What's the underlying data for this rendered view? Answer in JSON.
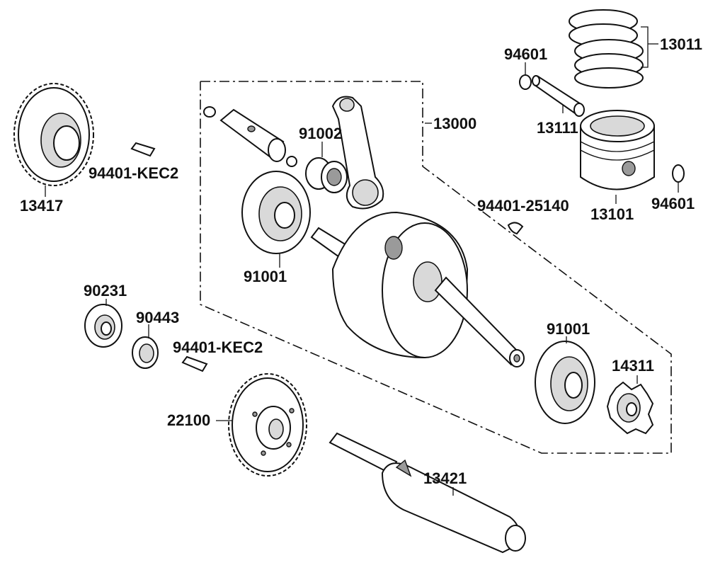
{
  "labels": {
    "p13011": "13011",
    "p94601_top": "94601",
    "p13000": "13000",
    "p13111": "13111",
    "p91002": "91002",
    "p13417": "13417",
    "p94401_kec2_top": "94401-KEC2",
    "p94401_25140": "94401-25140",
    "p13101": "13101",
    "p94601_right": "94601",
    "p91001_left": "91001",
    "p90231": "90231",
    "p90443": "90443",
    "p94401_kec2_mid": "94401-KEC2",
    "p91001_right": "91001",
    "p14311": "14311",
    "p22100": "22100",
    "p13421": "13421"
  }
}
